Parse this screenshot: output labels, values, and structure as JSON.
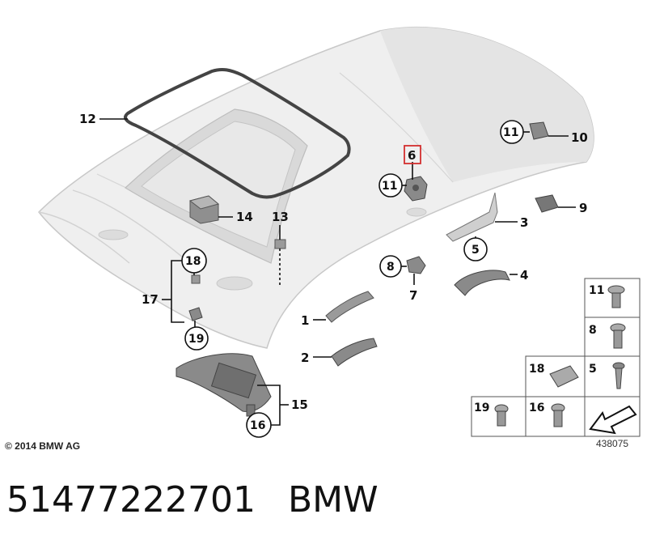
{
  "callouts": {
    "c1": "1",
    "c2": "2",
    "c3": "3",
    "c4": "4",
    "c5": "5",
    "c6": "6",
    "c7": "7",
    "c8": "8",
    "c9": "9",
    "c10": "10",
    "c11a": "11",
    "c11b": "11",
    "c12": "12",
    "c13": "13",
    "c14": "14",
    "c15": "15",
    "c16": "16",
    "c17": "17",
    "c18": "18",
    "c19": "19"
  },
  "legend": {
    "l11": "11",
    "l8": "8",
    "l18": "18",
    "l5": "5",
    "l19": "19",
    "l16": "16"
  },
  "copyright": "© 2014 BMW AG",
  "drawing_number": "438075",
  "part_number": "51477222701",
  "brand": "BMW",
  "colors": {
    "highlight": "#d32f2f",
    "part_fill": "#8a8a8a",
    "headliner": "#eeeeee"
  }
}
